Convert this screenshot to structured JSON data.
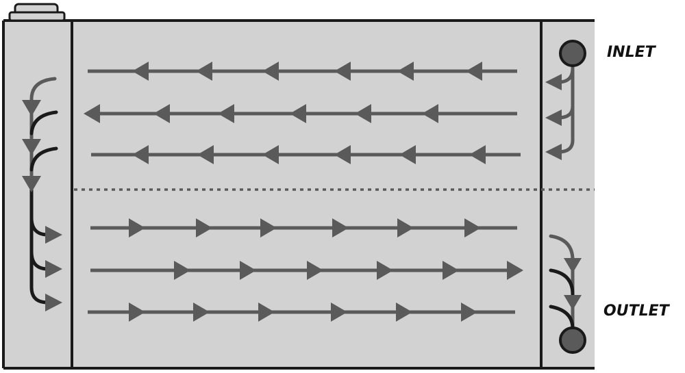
{
  "labels": {
    "inlet": "INLET",
    "outlet": "OUTLET"
  },
  "colors": {
    "body_fill": "#d2d2d2",
    "outline": "#1a1a1a",
    "flow": "#5a5a5a",
    "dark_flow": "#1a1a1a",
    "port_fill": "#5a5a5a"
  },
  "icons": {
    "cap": "radiator-cap-icon",
    "inlet": "inlet-port-icon",
    "outlet": "outlet-port-icon"
  },
  "flow_rows": [
    {
      "direction": "left"
    },
    {
      "direction": "left"
    },
    {
      "direction": "left"
    },
    {
      "direction": "right"
    },
    {
      "direction": "right"
    },
    {
      "direction": "right"
    }
  ]
}
